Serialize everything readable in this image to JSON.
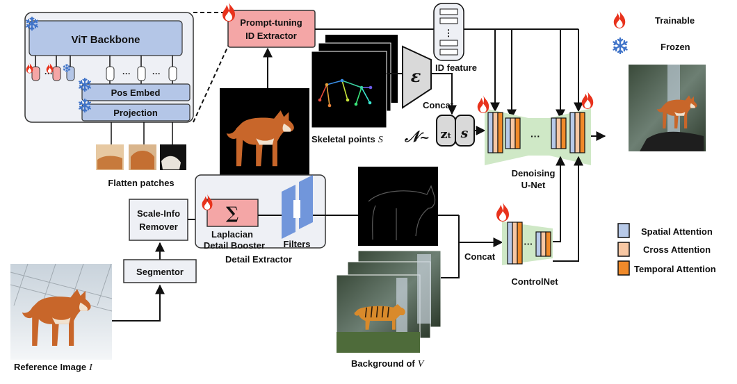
{
  "vit": {
    "backbone": "ViT Backbone",
    "pos_embed": "Pos Embed",
    "projection": "Projection",
    "dots": "···"
  },
  "flatten_patches": "Flatten patches",
  "prompt_tuning": {
    "line1": "Prompt-tuning",
    "line2": "ID Extractor"
  },
  "id_feature": "ID feature",
  "id_feature_dots": "⋮",
  "encoder_symbol": "ε",
  "concat_top": "Concat",
  "skeletal": {
    "text": "Skeletal points",
    "symbol": "S"
  },
  "noise": {
    "n": "𝒩",
    "tilde": "~",
    "z": "z",
    "t": "t",
    "s": "s"
  },
  "unet": {
    "line1": "Denoising",
    "line2": "U-Net",
    "dots": "···"
  },
  "scale_info": {
    "line1": "Scale-Info",
    "line2": "Remover"
  },
  "segmentor": "Segmentor",
  "laplacian": {
    "symbol": "∑",
    "line1": "Laplacian",
    "line2": "Detail Booster"
  },
  "filters": "Filters",
  "detail_extractor": "Detail Extractor",
  "reference_image": {
    "text": "Reference Image",
    "symbol": "I"
  },
  "background": {
    "text": "Background of",
    "symbol": "V"
  },
  "concat_bottom": "Concat",
  "controlnet": {
    "label": "ControlNet",
    "dots": "···"
  },
  "legend": {
    "trainable": "Trainable",
    "frozen": "Frozen",
    "spatial": "Spatial Attention",
    "cross": "Cross Attention",
    "temporal": "Temporal Attention"
  },
  "colors": {
    "spatial": "#b7c9e8",
    "cross": "#f7c7a3",
    "temporal": "#f08a2a",
    "vit_block": "#b4c6e7",
    "module_bg": "#eef0f5",
    "prompt": "#f4a6a6",
    "unet_green": "#cfe8c6",
    "filters_blue": "#5b86d6",
    "flame": "#e8321c",
    "snow": "#3f73c8"
  },
  "icons": [
    "flame-icon",
    "snowflake-icon",
    "fox-image",
    "tiger-image",
    "skeleton-image"
  ]
}
